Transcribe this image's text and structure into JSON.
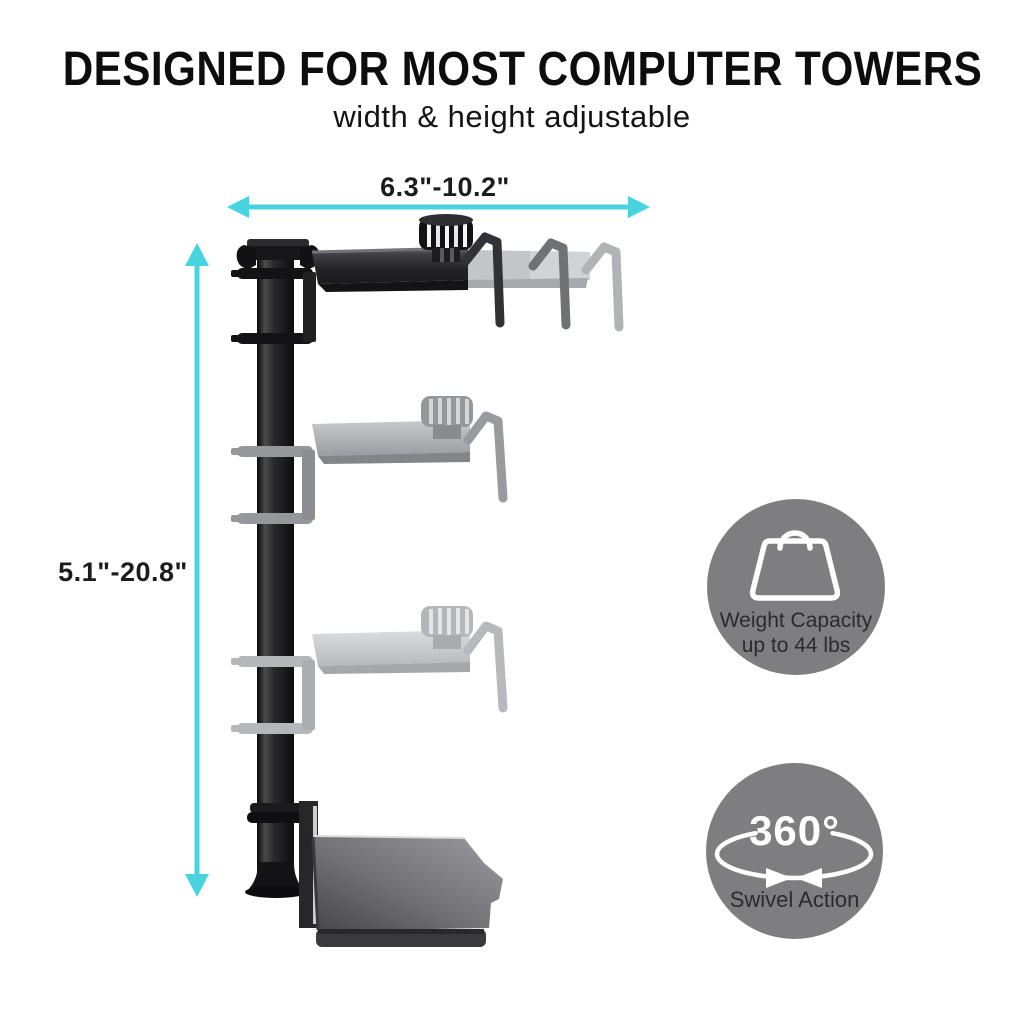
{
  "page": {
    "background": "#ffffff"
  },
  "header": {
    "title": "DESIGNED FOR MOST COMPUTER TOWERS",
    "subtitle": "width & height adjustable"
  },
  "dimensions": {
    "width_range": "6.3\"-10.2\"",
    "height_range": "5.1\"-20.8\"",
    "arrow_color": "#48d3e1"
  },
  "badges": {
    "background_color": "#7e7e80",
    "text_color": "#2b2b2d",
    "icon_color": "#ffffff",
    "weight": {
      "icon": "weight-icon",
      "line1": "Weight Capacity",
      "line2": "up to 44 lbs"
    },
    "swivel": {
      "icon": "rotation-arrows-icon",
      "value": "360°",
      "label": "Swivel Action"
    }
  },
  "product": {
    "colors": {
      "pole": "#131315",
      "solid_arm": "#2e2e32",
      "ghost_arm": "#a9aaae",
      "platform": "#77777c"
    }
  }
}
